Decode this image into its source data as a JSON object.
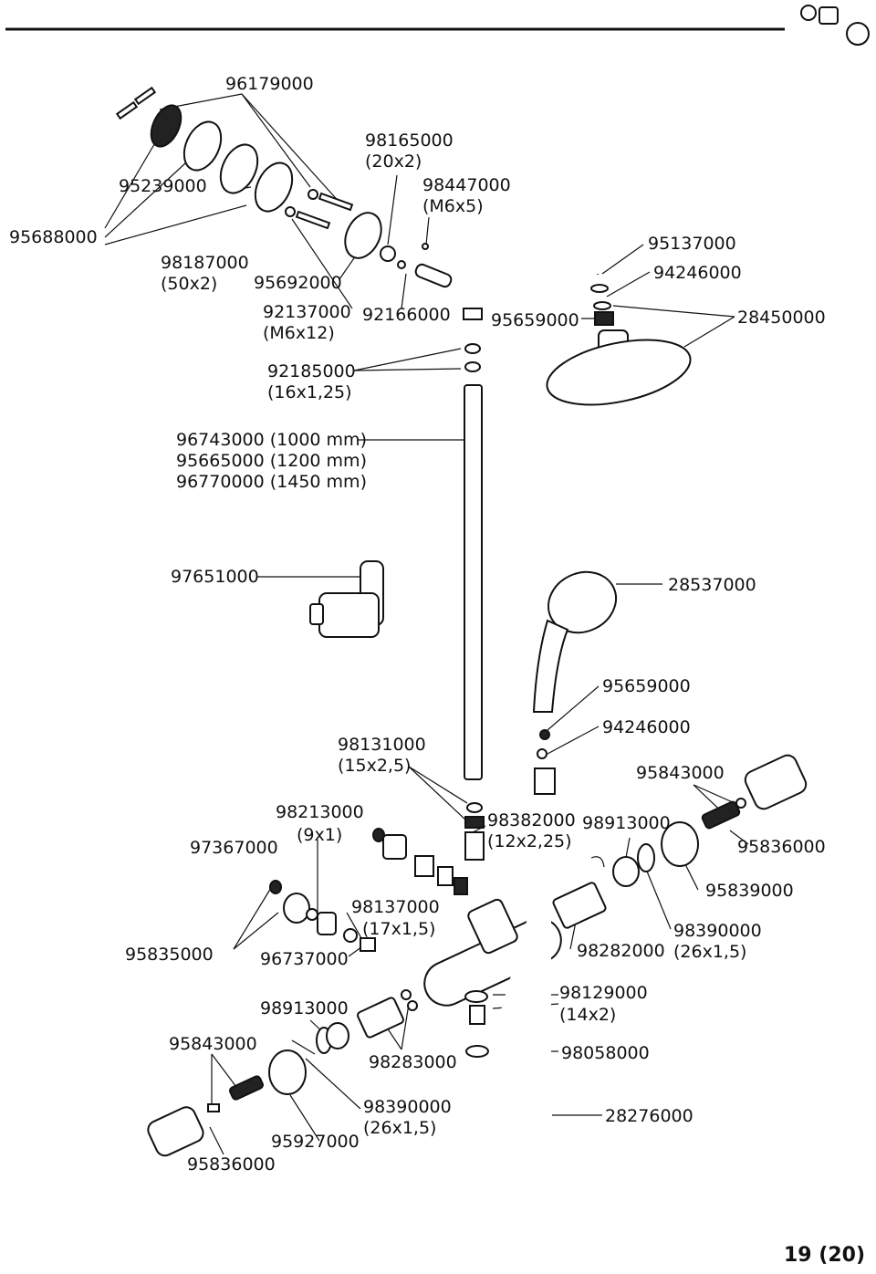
{
  "labels": {
    "p96179000": "96179000",
    "p95239000": "95239000",
    "p95688000": "95688000",
    "p98187000": "98187000",
    "p98187000_sub": "(50x2)",
    "p95692000": "95692000",
    "p92137000": "92137000",
    "p92137000_sub": "(M6x12)",
    "p98165000": "98165000",
    "p98165000_sub": "(20x2)",
    "p98447000": "98447000",
    "p98447000_sub": "(M6x5)",
    "p92166000": "92166000",
    "p95659000_top": "95659000",
    "p95137000": "95137000",
    "p94246000_top": "94246000",
    "p28450000": "28450000",
    "p92185000": "92185000",
    "p92185000_sub": "(16x1,25)",
    "p_rod_1": "96743000 (1000 mm)",
    "p_rod_2": "95665000 (1200 mm)",
    "p_rod_3": "96770000 (1450 mm)",
    "p97651000": "97651000",
    "p28537000": "28537000",
    "p95659000_mid": "95659000",
    "p94246000_mid": "94246000",
    "p98131000": "98131000",
    "p98131000_sub": "(15x2,5)",
    "p95843000_right": "95843000",
    "p98213000": "98213000",
    "p98213000_sub": "(9x1)",
    "p97367000": "97367000",
    "p98382000": "98382000",
    "p98382000_sub": "(12x2,25)",
    "p98913000_right": "98913000",
    "p95836000_right": "95836000",
    "p95839000": "95839000",
    "p98137000": "98137000",
    "p98137000_sub": "(17x1,5)",
    "p98390000_right": "98390000",
    "p98390000_right_sub": "(26x1,5)",
    "p98282000": "98282000",
    "p95835000": "95835000",
    "p96737000": "96737000",
    "p98913000_left": "98913000",
    "p98129000": "98129000",
    "p98129000_sub": "(14x2)",
    "p95843000_left": "95843000",
    "p98283000": "98283000",
    "p98058000": "98058000",
    "p98390000_left": "98390000",
    "p98390000_left_sub": "(26x1,5)",
    "p28276000": "28276000",
    "p95927000": "95927000",
    "p95836000_left": "95836000"
  },
  "page_number": "19 (20)"
}
